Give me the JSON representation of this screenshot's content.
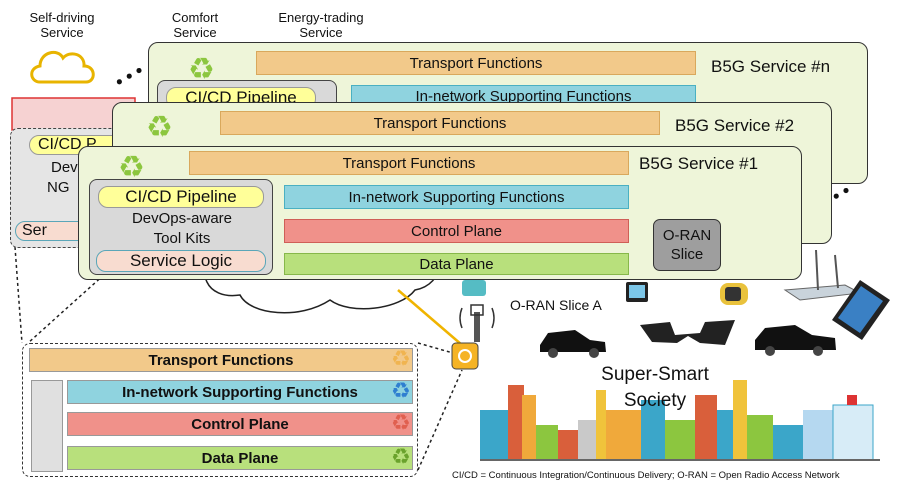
{
  "services": {
    "self_driving": "Self-driving\nService",
    "comfort": "Comfort\nService",
    "energy_trading": "Energy-trading\nService",
    "dots": "• • •"
  },
  "card_n": {
    "title": "B5G Service #n",
    "transport": "Transport Functions",
    "cicd": "CI/CD Pipeline",
    "isf": "In-network Supporting Functions"
  },
  "card_2": {
    "title": "B5G Service #2",
    "transport": "Transport Functions"
  },
  "card_1": {
    "title": "B5G Service #1",
    "transport": "Transport Functions",
    "cicd": "CI/CD Pipeline",
    "devops_line1": "DevOps-aware",
    "devops_line2": "Tool Kits",
    "service_logic": "Service Logic",
    "isf": "In-network Supporting Functions",
    "control": "Control Plane",
    "data": "Data Plane",
    "oran_line1": "O-RAN",
    "oran_line2": "Slice"
  },
  "back_card": {
    "cicd": "CI/CD P",
    "line1": "Dev",
    "line2": "NG",
    "serv": "Ser"
  },
  "oran_slice_a": "O-RAN Slice A",
  "lower_detail": {
    "transport": "Transport Functions",
    "isf": "In-network Supporting Functions",
    "control": "Control Plane",
    "data": "Data Plane"
  },
  "society_line1": "Super-Smart",
  "society_line2": "Society",
  "footnote": "CI/CD = Continuous Integration/Continuous Delivery; O-RAN = Open Radio Access Network",
  "colors": {
    "transport": "#f2c98a",
    "isf": "#8fd3df",
    "control": "#f0918a",
    "data": "#b8e07c",
    "card": "#eef5d9",
    "cicd_yellow": "#ffff99",
    "recycle_green": "#8cc63f"
  }
}
